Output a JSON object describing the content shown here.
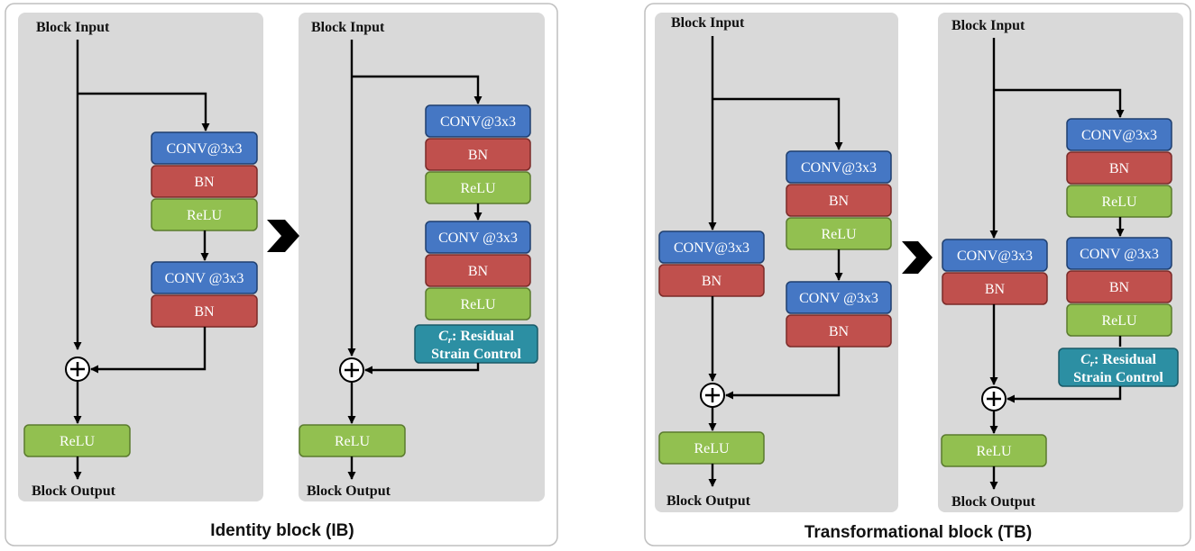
{
  "captions": {
    "identity": "Identity block (IB)",
    "transformational": "Transformational block (TB)"
  },
  "labels": {
    "block_input": "Block Input",
    "block_output": "Block Output",
    "conv_a": "CONV@3x3",
    "conv_b": "CONV @3x3",
    "bn": "BN",
    "relu": "ReLU",
    "rsc_symbol": "C",
    "rsc_subscript": "r",
    "rsc_line1_rest": ": Residual",
    "rsc_line2": "Strain Control"
  },
  "colors": {
    "conv": "#4577c4",
    "bn": "#c0504d",
    "relu": "#92c050",
    "rsc": "#2c8fa3",
    "panel": "#d9d9d9",
    "frame": "#bfbfbf"
  },
  "icons": [
    "plus-circle-icon",
    "right-chevron-arrow-icon"
  ]
}
